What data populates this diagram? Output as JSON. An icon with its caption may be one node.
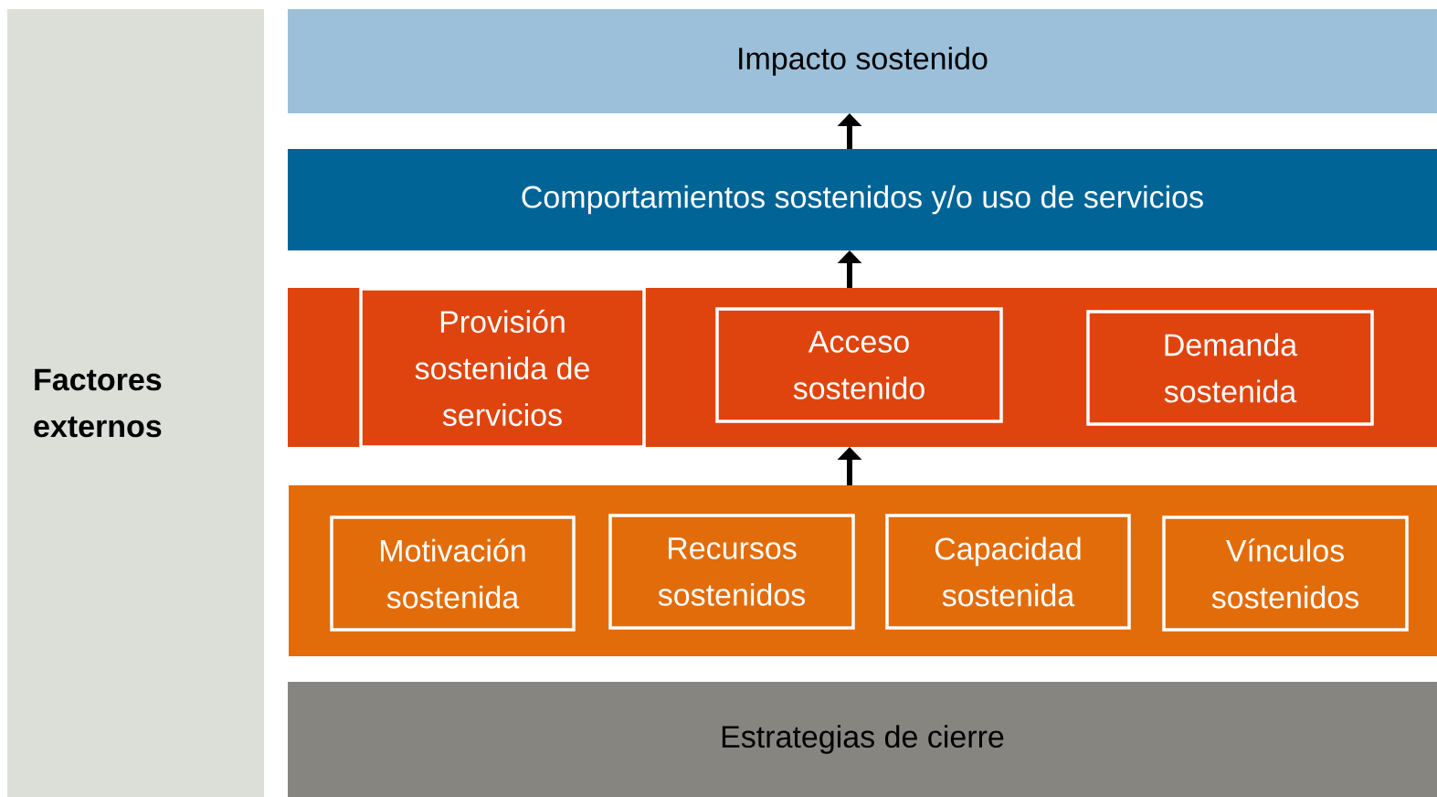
{
  "diagram": {
    "nodes": [
      {
        "text": [
          "Factores externos"
        ]
      },
      {
        "text": [
          "Impacto sostenido"
        ]
      },
      {
        "text": [
          "Comportamientos sostenidos y/o uso de servicios"
        ]
      },
      {
        "text": [],
        "shape": "box"
      },
      {
        "text": [
          "Provisión sostenida de servicios"
        ],
        "in": 3
      },
      {
        "text": [
          "Acceso sostenido"
        ],
        "in": 3
      },
      {
        "text": [
          "Demanda sostenida"
        ],
        "in": 3
      },
      {
        "text": [],
        "shape": "box"
      },
      {
        "text": [
          "Motivación sostenida"
        ],
        "in": 7
      },
      {
        "text": [
          "Recursos sostenidos"
        ],
        "in": 7
      },
      {
        "text": [
          "Capacidad sostenida"
        ],
        "in": 7
      },
      {
        "text": [
          "Vínculos sostenidos"
        ],
        "in": 7
      },
      {
        "text": [
          "Estrategias de cierre"
        ]
      }
    ],
    "edges": [
      {
        "from": 2,
        "to": 1,
        "arrow": "to"
      },
      {
        "from": 3,
        "to": 2,
        "arrow": "to"
      },
      {
        "from": 7,
        "to": 3,
        "arrow": "to"
      }
    ]
  }
}
